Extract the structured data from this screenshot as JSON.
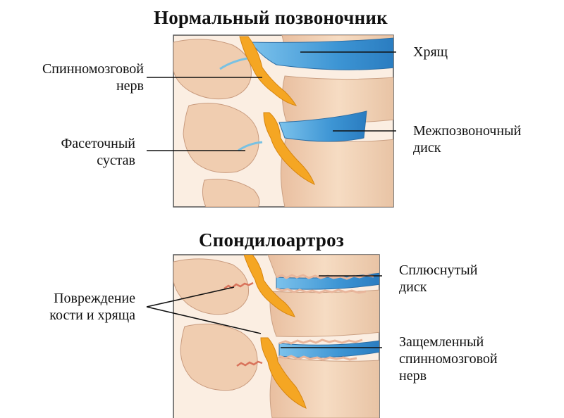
{
  "normal": {
    "title": "Нормальный позвоночник",
    "labels": {
      "spinal_nerve_line1": "Спинномозговой",
      "spinal_nerve_line2": "нерв",
      "facet_joint_line1": "Фасеточный",
      "facet_joint_line2": "сустав",
      "cartilage": "Хрящ",
      "disc_line1": "Межпозвоночный",
      "disc_line2": "диск"
    }
  },
  "spondylo": {
    "title": "Спондилоартроз",
    "labels": {
      "damage_line1": "Повреждение",
      "damage_line2": "кости и хряща",
      "flat_disc_line1": "Сплюснутый",
      "flat_disc_line2": "диск",
      "pinched_nerve_line1": "Защемленный",
      "pinched_nerve_line2": "спинномозговой",
      "pinched_nerve_line3": "нерв"
    }
  },
  "colors": {
    "bone": "#f1d2b4",
    "bone_shade": "#d7a98a",
    "disc": "#4a9ed8",
    "nerve": "#f4a51c",
    "frame": "#555555"
  }
}
